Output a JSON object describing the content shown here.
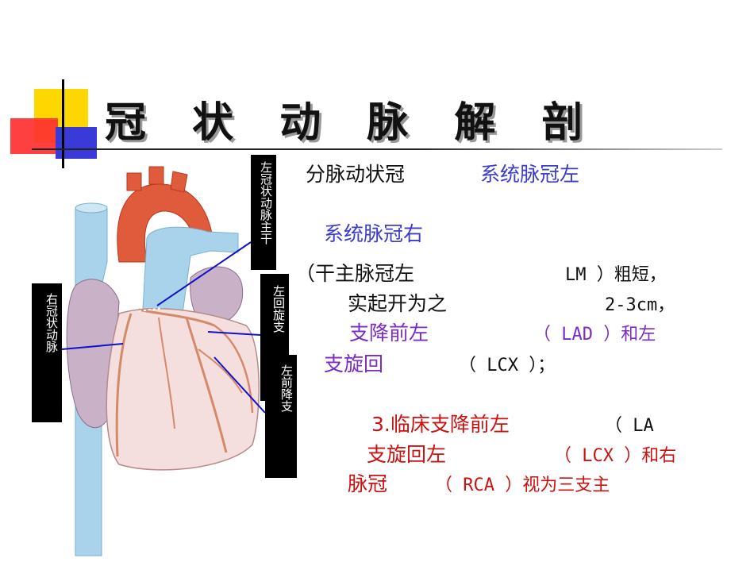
{
  "title": "冠 状 动 脉 解 剖",
  "labels": {
    "lm": "左冠状动脉主干",
    "rca": "右冠状动脉",
    "lcx": "左回旋支",
    "lad": "左前降支"
  },
  "text": {
    "line1a": "分脉动状冠",
    "line1b": "系统脉冠左",
    "line2": "系统脉冠右",
    "line3a": "（干主脉冠左",
    "line3b": "LM ）粗短，",
    "line4a": "实起开为之",
    "line4b": "2-3cm，",
    "line5a": "支降前左",
    "line5b": "（ LAD ）和左",
    "line6a": "支旋回",
    "line6b": "（ LCX ）；",
    "line7a": "3.临床支降前左",
    "line7b": "（ LA",
    "line8a": "支旋回左",
    "line8b": "（ LCX ）和右",
    "line9a": "脉冠",
    "line9b": "（ RCA ）视为三支主"
  },
  "colors": {
    "yellow": "#ffd700",
    "red": "#ff3030",
    "blue": "#3a3ad8",
    "text_blue": "#3b3bcc",
    "text_purple": "#7a2bc8",
    "text_red": "#cc1111"
  }
}
